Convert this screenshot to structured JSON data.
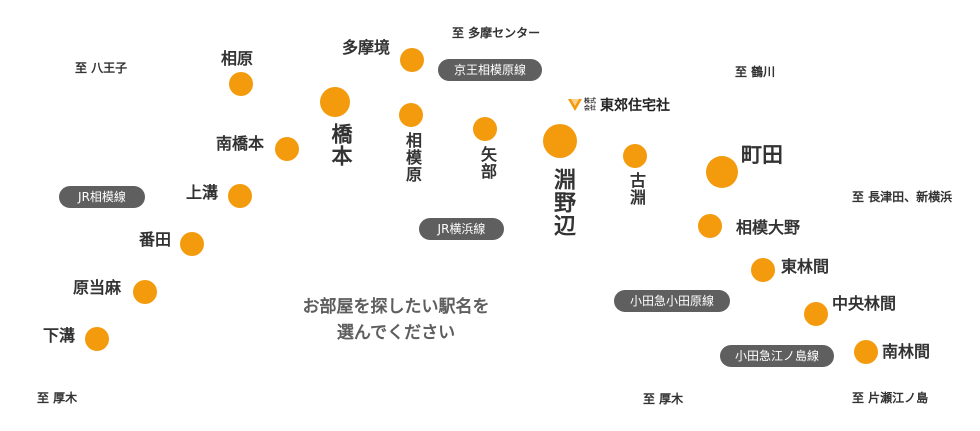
{
  "prompt_lines": [
    "お部屋を探したい駅名を",
    "選んでください"
  ],
  "accent_color": "#f39a0d",
  "logo": {
    "small_text": "株式会社",
    "name": "東郊住宅社",
    "icon": "logo-mark-icon"
  },
  "stations": {
    "sagamihara": "相原",
    "tamasakai": "多摩境",
    "minamihashimoto": "南橋本",
    "hashimoto": "橋本",
    "sagamihara_keio": "相模原",
    "yabe": "矢部",
    "fuchinobe": "淵野辺",
    "kobuchi": "古淵",
    "machida": "町田",
    "kamimizo": "上溝",
    "banda": "番田",
    "harataima": "原当麻",
    "shimomizo": "下溝",
    "sagamiono": "相模大野",
    "higashirinkan": "東林間",
    "chuorinkan": "中央林間",
    "minamirinkan": "南林間"
  },
  "lines": {
    "keio_sagamihara": "京王相模原線",
    "jr_sagami": "JR相模線",
    "jr_yokohama": "JR横浜線",
    "odakyu_odawara": "小田急小田原線",
    "odakyu_enoshima": "小田急江ノ島線"
  },
  "destinations": {
    "hachioji": "至 八王子",
    "tama_center": "至 多摩センター",
    "tsurukawa": "至 鶴川",
    "nagatsuta": "至 長津田、新横浜",
    "atsugi_left": "至 厚木",
    "atsugi_right": "至 厚木",
    "katase_enoshima": "至 片瀬江ノ島"
  }
}
